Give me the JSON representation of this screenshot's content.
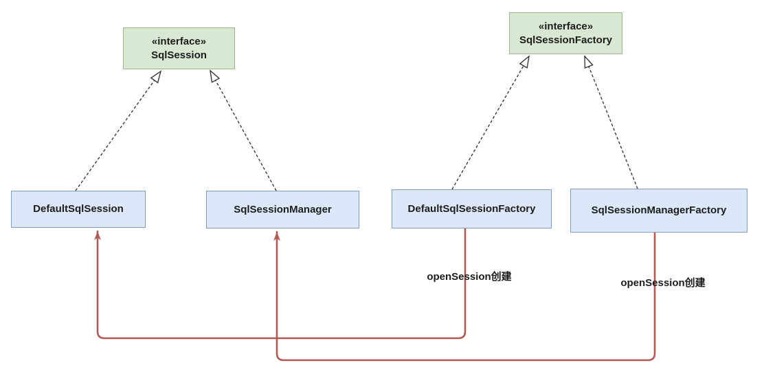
{
  "colors": {
    "background": "#ffffff",
    "interface_fill": "#d9e8d3",
    "interface_border": "#9ab58b",
    "class_fill": "#dce8fa",
    "class_border": "#7f9cc9",
    "realization_line": "#2b2b2b",
    "create_line": "#b15a54",
    "text": "#1c1c1c"
  },
  "nodes": {
    "interfaces": [
      {
        "stereotype": "«interface»",
        "name": "SqlSession"
      },
      {
        "stereotype": "«interface»",
        "name": "SqlSessionFactory"
      }
    ],
    "classes": [
      {
        "name": "DefaultSqlSession"
      },
      {
        "name": "SqlSessionManager"
      },
      {
        "name": "DefaultSqlSessionFactory"
      },
      {
        "name": "SqlSessionManagerFactory"
      }
    ]
  },
  "relationships": [
    {
      "from": "DefaultSqlSession",
      "to": "SqlSession",
      "type": "realization"
    },
    {
      "from": "SqlSessionManager",
      "to": "SqlSession",
      "type": "realization"
    },
    {
      "from": "DefaultSqlSessionFactory",
      "to": "SqlSessionFactory",
      "type": "realization"
    },
    {
      "from": "SqlSessionManagerFactory",
      "to": "SqlSessionFactory",
      "type": "realization"
    },
    {
      "from": "DefaultSqlSessionFactory",
      "to": "DefaultSqlSession",
      "type": "creates",
      "label": "openSession创建"
    },
    {
      "from": "SqlSessionManagerFactory",
      "to": "SqlSessionManager",
      "type": "creates",
      "label": "openSession创建"
    }
  ]
}
